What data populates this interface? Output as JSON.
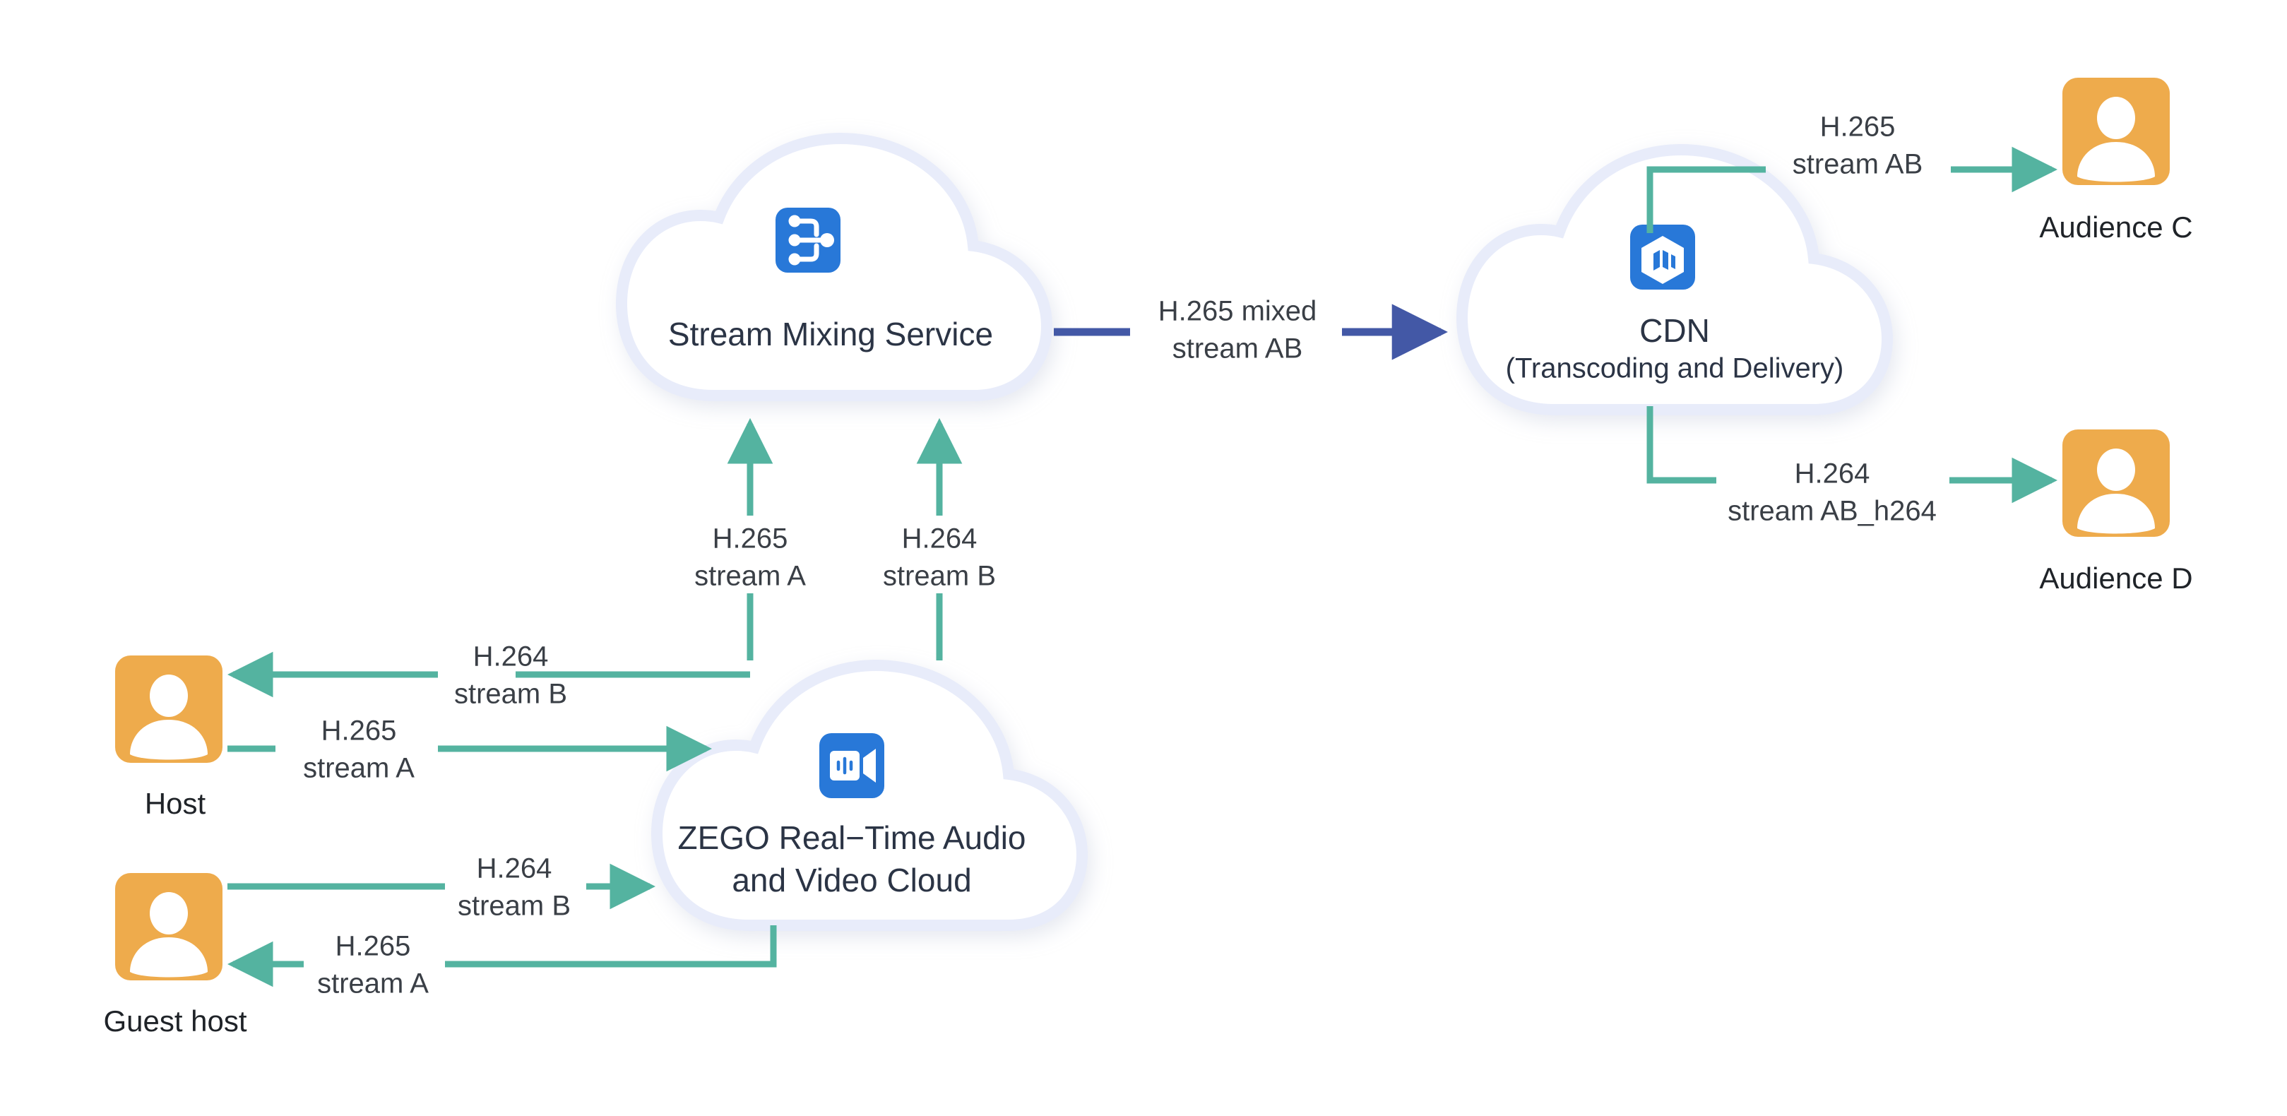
{
  "diagram": {
    "title": "ZEGO live streaming H.265 stream mixing and CDN delivery topology",
    "colors": {
      "background": "#ffffff",
      "cloud_fill": "#ffffff",
      "cloud_stroke": "#e6ebfa",
      "icon_blue": "#2878d8",
      "actor_orange": "#eeab4c",
      "teal_flow": "#54b3a0",
      "blue_flow": "#4358a6",
      "label_text": "#3a3f46",
      "node_text": "#2b3445"
    },
    "nodes": [
      {
        "id": "stream-mixing-service",
        "kind": "cloud",
        "title": "Stream Mixing Service",
        "subtitle": "",
        "icon": "stream-mixing-icon"
      },
      {
        "id": "cdn",
        "kind": "cloud",
        "title": "CDN",
        "subtitle": "(Transcoding and Delivery)",
        "icon": "cdn-cube-icon"
      },
      {
        "id": "zego-cloud",
        "kind": "cloud",
        "title": "ZEGO Real−Time Audio",
        "subtitle": "and Video Cloud",
        "icon": "video-camera-icon"
      },
      {
        "id": "host",
        "kind": "actor",
        "title": "Host",
        "icon": "user-icon"
      },
      {
        "id": "guest-host",
        "kind": "actor",
        "title": "Guest host",
        "icon": "user-icon"
      },
      {
        "id": "audience-c",
        "kind": "actor",
        "title": "Audience C",
        "icon": "user-icon"
      },
      {
        "id": "audience-d",
        "kind": "actor",
        "title": "Audience D",
        "icon": "user-icon"
      }
    ],
    "edges": [
      {
        "id": "host-publish",
        "from": "host",
        "to": "zego-cloud",
        "line1": "H.265",
        "line2": "stream A",
        "color": "teal"
      },
      {
        "id": "host-play",
        "from": "zego-cloud",
        "to": "host",
        "line1": "H.264",
        "line2": "stream B",
        "color": "teal"
      },
      {
        "id": "guest-publish",
        "from": "guest-host",
        "to": "zego-cloud",
        "line1": "H.264",
        "line2": "stream B",
        "color": "teal"
      },
      {
        "id": "guest-play",
        "from": "zego-cloud",
        "to": "guest-host",
        "line1": "H.265",
        "line2": "stream A",
        "color": "teal"
      },
      {
        "id": "mix-input-a",
        "from": "zego-cloud",
        "to": "stream-mixing-service",
        "line1": "H.265",
        "line2": "stream A",
        "color": "teal"
      },
      {
        "id": "mix-input-b",
        "from": "zego-cloud",
        "to": "stream-mixing-service",
        "line1": "H.264",
        "line2": "stream B",
        "color": "teal"
      },
      {
        "id": "mix-to-cdn",
        "from": "stream-mixing-service",
        "to": "cdn",
        "line1": "H.265 mixed",
        "line2": "stream AB",
        "color": "blue"
      },
      {
        "id": "cdn-to-audience-c",
        "from": "cdn",
        "to": "audience-c",
        "line1": "H.265",
        "line2": "stream AB",
        "color": "teal"
      },
      {
        "id": "cdn-to-audience-d",
        "from": "cdn",
        "to": "audience-d",
        "line1": "H.264",
        "line2": "stream AB_h264",
        "color": "teal"
      }
    ],
    "labels": {
      "stream_mixing_title": "Stream Mixing Service",
      "cdn_title": "CDN",
      "cdn_subtitle": "(Transcoding and Delivery)",
      "zego_title_line1": "ZEGO Real−Time Audio",
      "zego_title_line2": "and Video Cloud",
      "host": "Host",
      "guest_host": "Guest host",
      "audience_c": "Audience C",
      "audience_d": "Audience D",
      "mix_input_a_l1": "H.265",
      "mix_input_a_l2": "stream A",
      "mix_input_b_l1": "H.264",
      "mix_input_b_l2": "stream B",
      "mix_to_cdn_l1": "H.265 mixed",
      "mix_to_cdn_l2": "stream AB",
      "cdn_c_l1": "H.265",
      "cdn_c_l2": "stream AB",
      "cdn_d_l1": "H.264",
      "cdn_d_l2": "stream AB_h264",
      "host_down_l1": "H.264",
      "host_down_l2": "stream B",
      "host_up_l1": "H.265",
      "host_up_l2": "stream A",
      "guest_up_l1": "H.264",
      "guest_up_l2": "stream B",
      "guest_down_l1": "H.265",
      "guest_down_l2": "stream A"
    }
  }
}
